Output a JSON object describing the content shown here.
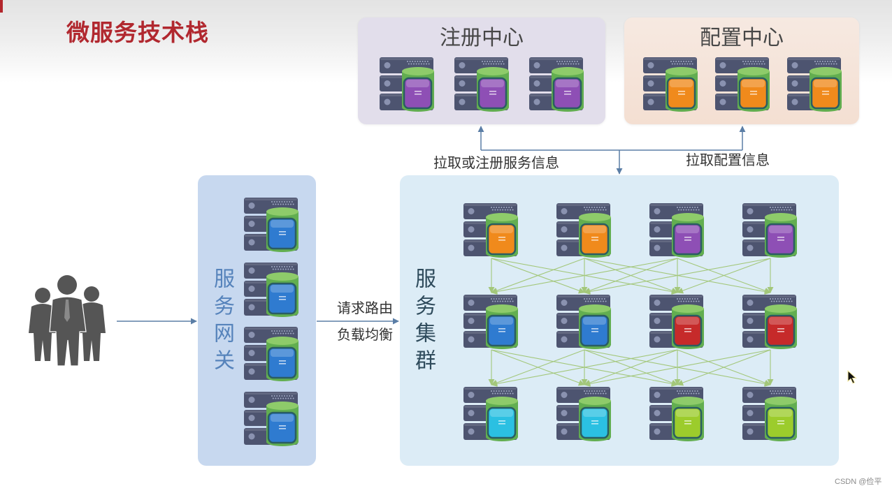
{
  "title": "微服务技术栈",
  "registry": {
    "title": "注册中心",
    "servers": [
      "purple",
      "purple",
      "purple"
    ]
  },
  "config": {
    "title": "配置中心",
    "servers": [
      "orange",
      "orange",
      "orange"
    ]
  },
  "links": {
    "registry": "拉取或注册服务信息",
    "config": "拉取配置信息"
  },
  "gateway": {
    "title": "服务网关",
    "servers": [
      "blue",
      "blue",
      "blue",
      "blue"
    ]
  },
  "routing": {
    "line1": "请求路由",
    "line2": "负载均衡"
  },
  "cluster": {
    "title": "服务集群",
    "rows": [
      [
        "orange",
        "orange",
        "purple",
        "purple"
      ],
      [
        "blue",
        "blue",
        "red",
        "red"
      ],
      [
        "cyan",
        "cyan",
        "lime",
        "lime"
      ]
    ],
    "links_upper": [
      [
        0,
        0
      ],
      [
        0,
        1
      ],
      [
        0,
        2
      ],
      [
        1,
        0
      ],
      [
        1,
        1
      ],
      [
        1,
        2
      ],
      [
        1,
        3
      ],
      [
        2,
        0
      ],
      [
        2,
        1
      ],
      [
        2,
        2
      ],
      [
        2,
        3
      ],
      [
        3,
        1
      ],
      [
        3,
        2
      ],
      [
        3,
        3
      ]
    ],
    "links_lower": [
      [
        0,
        0
      ],
      [
        0,
        1
      ],
      [
        0,
        2
      ],
      [
        1,
        0
      ],
      [
        1,
        1
      ],
      [
        1,
        2
      ],
      [
        1,
        3
      ],
      [
        2,
        0
      ],
      [
        2,
        1
      ],
      [
        2,
        2
      ],
      [
        2,
        3
      ],
      [
        3,
        1
      ],
      [
        3,
        2
      ],
      [
        3,
        3
      ]
    ]
  },
  "watermark": "CSDN @俭平",
  "icons": {
    "users": "users-icon",
    "server": "server-icon",
    "cursor": "cursor-icon"
  },
  "palette": {
    "purple": "#8e4fb5",
    "orange": "#f08a1c",
    "blue": "#2f7bd0",
    "red": "#c62a2a",
    "cyan": "#2bc0e2",
    "lime": "#9ccc2c"
  },
  "colors": {
    "title": "#b1282f",
    "arrow": "#5b7ea6",
    "mesh": "#a3c77a",
    "server_body": "#4d5470",
    "cylinder": "#62ae50",
    "cylinder_top": "#8ecb6a",
    "people": "#555555"
  }
}
